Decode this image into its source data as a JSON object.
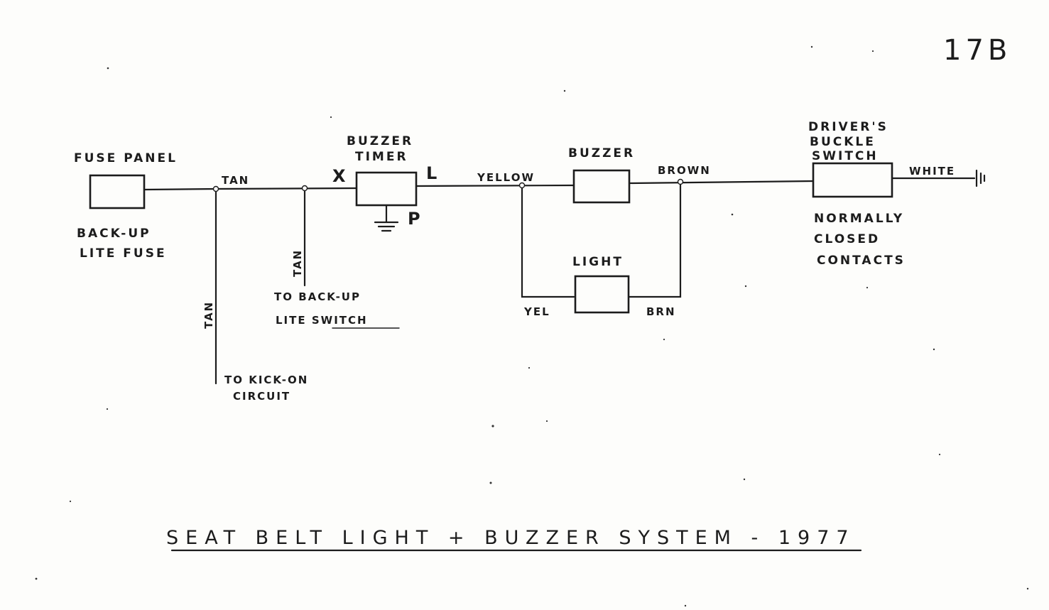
{
  "page_number": "17B",
  "title": "SEAT BELT LIGHT + BUZZER SYSTEM - 1977",
  "components": {
    "fuse_panel": {
      "label": "FUSE PANEL",
      "caption_1": "BACK-UP",
      "caption_2": "LITE FUSE"
    },
    "buzzer_timer": {
      "label_1": "BUZZER",
      "label_2": "TIMER",
      "terminal_x": "X",
      "terminal_l": "L",
      "terminal_p": "P"
    },
    "buzzer": {
      "label": "BUZZER"
    },
    "light": {
      "label": "LIGHT"
    },
    "drivers_buckle_switch": {
      "label_1": "DRIVER'S",
      "label_2": "BUCKLE",
      "label_3": "SWITCH",
      "caption_1": "NORMALLY",
      "caption_2": "CLOSED",
      "caption_3": "CONTACTS"
    }
  },
  "wires": {
    "tan_main": "TAN",
    "tan_branch_backup": "TAN",
    "tan_branch_kickon": "TAN",
    "yellow": "YELLOW",
    "yel": "YEL",
    "brown": "BROWN",
    "brn": "BRN",
    "white": "WHITE"
  },
  "destinations": {
    "backup_switch_1": "TO BACK-UP",
    "backup_switch_2": "LITE SWITCH",
    "kickon_1": "TO KICK-ON",
    "kickon_2": "CIRCUIT"
  }
}
